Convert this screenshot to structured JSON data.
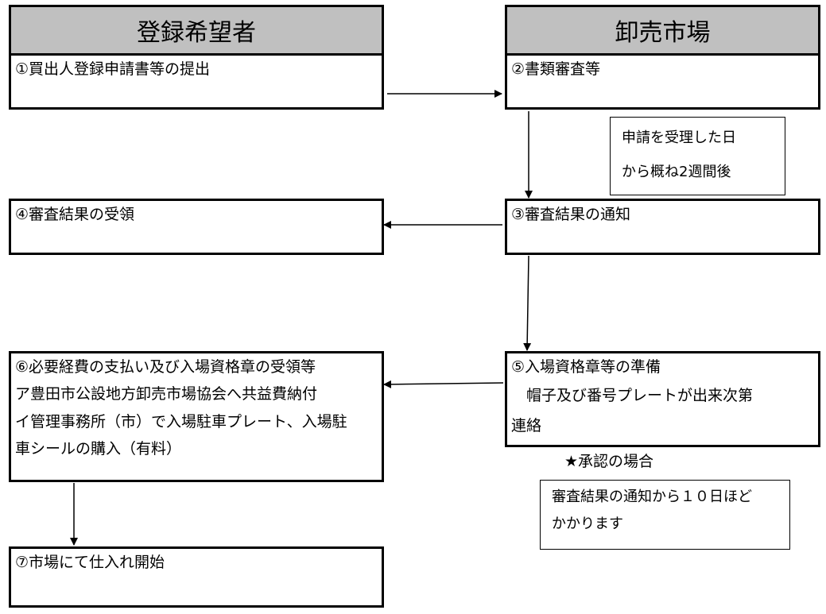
{
  "headers": {
    "left": "登録希望者",
    "right": "卸売市場"
  },
  "steps": {
    "s1": "①買出人登録申請書等の提出",
    "s2": "②書類審査等",
    "s3": "③審査結果の通知",
    "s4": "④審査結果の受領",
    "s5_lines": [
      "⑤入場資格章等の準備",
      "　帽子及び番号プレートが出来次第",
      "連絡"
    ],
    "s6_lines": [
      "⑥必要経費の支払い及び入場資格章の受領等",
      "ア豊田市公設地方卸売市場協会へ共益費納付",
      "イ管理事務所（市）で入場駐車プレート、入場駐",
      "車シールの購入（有料）"
    ],
    "s7": "⑦市場にて仕入れ開始"
  },
  "notes": {
    "review_period_lines": [
      "申請を受理した日",
      "から概ね2週間後"
    ],
    "approval_label": "★承認の場合",
    "approval_period_lines": [
      "審査結果の通知から１０日ほど",
      "かかります"
    ]
  }
}
